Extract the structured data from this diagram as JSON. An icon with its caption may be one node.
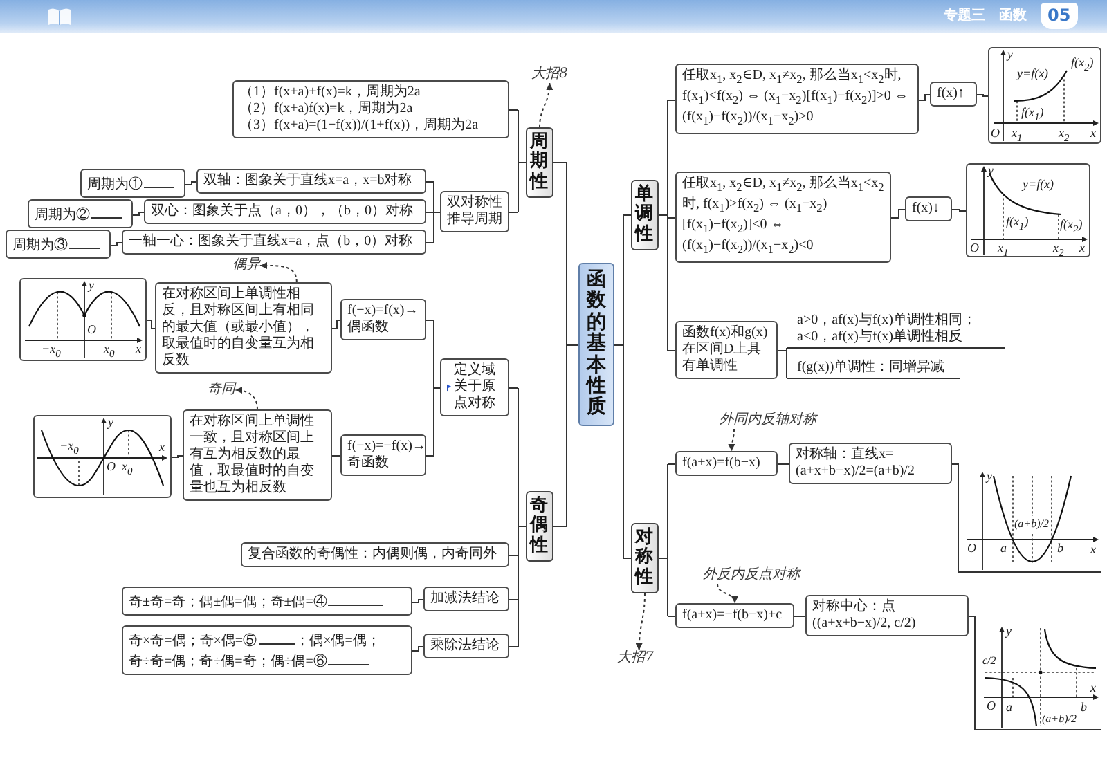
{
  "diagram": {
    "nodes": [
      {
        "text": [
          "函数的基本性质"
        ]
      },
      {
        "text": [
          "周期性"
        ]
      },
      {
        "text": [
          "（1）f(x+a)+f(x)=k，周期为2a",
          "（2）f(x+a)f(x)=k，周期为2a",
          "（3）f(x+a)=(1−f(x))/(1+f(x))，周期为2a"
        ]
      },
      {
        "text": [
          "大招8"
        ]
      },
      {
        "text": [
          "双对称性推导周期"
        ]
      },
      {
        "text": [
          "双轴：图象关于直线x=a，x=b对称"
        ]
      },
      {
        "text": [
          "周期为①"
        ]
      },
      {
        "text": [
          "双心：图象关于点（a，0），（b，0）对称"
        ]
      },
      {
        "text": [
          "周期为②"
        ]
      },
      {
        "text": [
          "一轴一心：图象关于直线x=a，点（b，0）对称"
        ]
      },
      {
        "text": [
          "周期为③"
        ]
      },
      {
        "text": [
          "奇偶性"
        ]
      },
      {
        "text": [
          "定义域关于原点对称"
        ]
      },
      {
        "text": [
          "f(−x)=f(x)→偶函数"
        ]
      },
      {
        "text": [
          "在对称区间上单调性相反，且对称区间上有相同的最大值（或最小值），取最值时的自变量互为相反数"
        ]
      },
      {
        "text": [
          "偶异"
        ]
      },
      {
        "text": [
          "y",
          "O",
          "−x$_{0}$",
          "x$_{0}$",
          "x"
        ]
      },
      {
        "text": [
          "f(−x)=−f(x)→奇函数"
        ]
      },
      {
        "text": [
          "在对称区间上单调性一致，且对称区间上有互为相反数的最值，取最值时的自变量也互为相反数"
        ]
      },
      {
        "text": [
          "奇同"
        ]
      },
      {
        "text": [
          "y",
          "−x$_{0}$",
          "O",
          "x$_{0}$",
          "x"
        ]
      },
      {
        "text": [
          "复合函数的奇偶性：内偶则偶，内奇同外"
        ]
      },
      {
        "text": [
          "加减法结论"
        ]
      },
      {
        "text": [
          "奇±奇=奇；偶±偶=偶；奇±偶=④"
        ]
      },
      {
        "text": [
          "乘除法结论"
        ]
      },
      {
        "text": [
          "奇×奇=偶；奇×偶=⑤",
          "；偶×偶=偶；",
          "奇÷奇=偶；奇÷偶=奇；偶÷偶=⑥"
        ]
      },
      {
        "text": [
          "单调性"
        ]
      },
      {
        "text": [
          "任取x$_{1}$, x$_{2}$∈D, x$_{1}$≠x$_{2}$, 那么当x$_{1}$<x$_{2}$时, f(x$_{1}$)<f(x$_{2}$) ⇔ (x$_{1}$−x$_{2}$)[f(x$_{1}$)−f(x$_{2}$)]>0 ⇔ (f(x$_{1}$)−f(x$_{2}$))/(x$_{1}$−x$_{2}$)>0"
        ]
      },
      {
        "text": [
          "f(x)↑"
        ]
      },
      {
        "text": [
          "y",
          "y=f(x)",
          "f(x$_{2}$)",
          "f(x$_{1}$)",
          "O",
          "x$_{1}$",
          "x$_{2}$",
          "x"
        ]
      },
      {
        "text": [
          "任取x$_{1}$, x$_{2}$∈D, x$_{1}$≠x$_{2}$, 那么当x$_{1}$<x$_{2}$时, f(x$_{1}$)>f(x$_{2}$) ⇔ (x$_{1}$−x$_{2}$)[f(x$_{1}$)−f(x$_{2}$)]<0 ⇔ (f(x$_{1}$)−f(x$_{2}$))/(x$_{1}$−x$_{2}$)<0"
        ]
      },
      {
        "text": [
          "f(x)↓"
        ]
      },
      {
        "text": [
          "y",
          "y=f(x)",
          "f(x$_{1}$)",
          "f(x$_{2}$)",
          "O",
          "x$_{1}$",
          "x$_{2}$",
          "x"
        ]
      },
      {
        "text": [
          "函数f(x)和g(x)在区间D上具有单调性"
        ]
      },
      {
        "text": [
          "a>0，af(x)与f(x)单调性相同；",
          "a<0，af(x)与f(x)单调性相反"
        ]
      },
      {
        "text": [
          "f(g(x))单调性：同增异减"
        ]
      },
      {
        "text": [
          "对称性"
        ]
      },
      {
        "text": [
          "外同内反轴对称"
        ]
      },
      {
        "text": [
          "f(a+x)=f(b−x)"
        ]
      },
      {
        "text": [
          "对称轴：直线x=(a+x+b−x)/2=(a+b)/2"
        ]
      },
      {
        "text": [
          "y",
          "(a+b)/2",
          "O",
          "a",
          "b",
          "x"
        ]
      },
      {
        "text": [
          "大招7"
        ]
      },
      {
        "text": [
          "外反内反点对称"
        ]
      },
      {
        "text": [
          "f(a+x)=−f(b−x)+c"
        ]
      },
      {
        "text": [
          "对称中心：点((a+x+b−x)/2, c/2)"
        ]
      },
      {
        "text": [
          "y",
          "c/2",
          "O",
          "a",
          "(a+b)/2",
          "b",
          "x"
        ]
      }
    ],
    "edges": [
      {
        "from": 0,
        "to": 1,
        "arrow": "none"
      },
      {
        "from": 0,
        "to": 11,
        "arrow": "none"
      },
      {
        "from": 1,
        "to": 2,
        "arrow": "none"
      },
      {
        "from": 1,
        "to": 4,
        "arrow": "none"
      },
      {
        "from": 4,
        "to": 5,
        "arrow": "none"
      },
      {
        "from": 5,
        "to": 6,
        "arrow": "none"
      },
      {
        "from": 4,
        "to": 7,
        "arrow": "none"
      },
      {
        "from": 7,
        "to": 8,
        "arrow": "none"
      },
      {
        "from": 4,
        "to": 9,
        "arrow": "none"
      },
      {
        "from": 9,
        "to": 10,
        "arrow": "none"
      },
      {
        "from": 1,
        "to": 3,
        "arrow": "to",
        "style": "dashed"
      },
      {
        "from": 11,
        "to": 12,
        "arrow": "none"
      },
      {
        "from": 12,
        "to": 13,
        "arrow": "none"
      },
      {
        "from": 13,
        "to": 14,
        "arrow": "none"
      },
      {
        "from": 14,
        "to": 16,
        "arrow": "none"
      },
      {
        "from": 14,
        "to": 15,
        "arrow": "to",
        "style": "dashed"
      },
      {
        "from": 12,
        "to": 17,
        "arrow": "none"
      },
      {
        "from": 17,
        "to": 18,
        "arrow": "none"
      },
      {
        "from": 18,
        "to": 20,
        "arrow": "none"
      },
      {
        "from": 18,
        "to": 19,
        "arrow": "to",
        "style": "dashed"
      },
      {
        "from": 11,
        "to": 21,
        "arrow": "none"
      },
      {
        "from": 11,
        "to": 22,
        "arrow": "none"
      },
      {
        "from": 22,
        "to": 23,
        "arrow": "none"
      },
      {
        "from": 11,
        "to": 24,
        "arrow": "none"
      },
      {
        "from": 24,
        "to": 25,
        "arrow": "none"
      },
      {
        "from": 0,
        "to": 26,
        "arrow": "none"
      },
      {
        "from": 0,
        "to": 36,
        "arrow": "none"
      },
      {
        "from": 26,
        "to": 27,
        "arrow": "none"
      },
      {
        "from": 27,
        "to": 28,
        "arrow": "none"
      },
      {
        "from": 28,
        "to": 29,
        "arrow": "none"
      },
      {
        "from": 26,
        "to": 30,
        "arrow": "none"
      },
      {
        "from": 30,
        "to": 31,
        "arrow": "none"
      },
      {
        "from": 31,
        "to": 32,
        "arrow": "none"
      },
      {
        "from": 26,
        "to": 33,
        "arrow": "none"
      },
      {
        "from": 33,
        "to": 34,
        "arrow": "none"
      },
      {
        "from": 33,
        "to": 35,
        "arrow": "none"
      },
      {
        "from": 36,
        "to": 38,
        "arrow": "none"
      },
      {
        "from": 38,
        "to": 39,
        "arrow": "none"
      },
      {
        "from": 39,
        "to": 40,
        "arrow": "none"
      },
      {
        "from": 37,
        "to": 38,
        "arrow": "to",
        "style": "dashed"
      },
      {
        "from": 36,
        "to": 43,
        "arrow": "none"
      },
      {
        "from": 43,
        "to": 44,
        "arrow": "none"
      },
      {
        "from": 44,
        "to": 45,
        "arrow": "none"
      },
      {
        "from": 42,
        "to": 43,
        "arrow": "to",
        "style": "dashed"
      },
      {
        "from": 36,
        "to": 41,
        "arrow": "to",
        "style": "dashed"
      }
    ],
    "labels": [
      "专题三",
      "函数",
      "05"
    ]
  }
}
